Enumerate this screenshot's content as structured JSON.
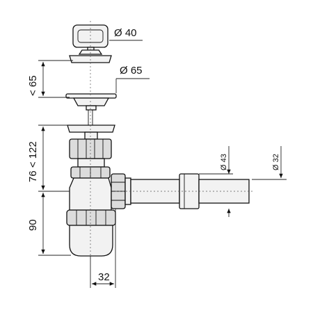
{
  "diagram": {
    "callouts": {
      "stopper_diameter": "Ø 40",
      "grid_diameter": "Ø 65",
      "outlet_diameter_large": "Ø 43",
      "outlet_diameter_small": "Ø 32"
    },
    "dimensions": {
      "drain_height": "< 65",
      "adjustable_range": "76 < 122",
      "trap_height": "90",
      "offset_width": "32"
    }
  }
}
